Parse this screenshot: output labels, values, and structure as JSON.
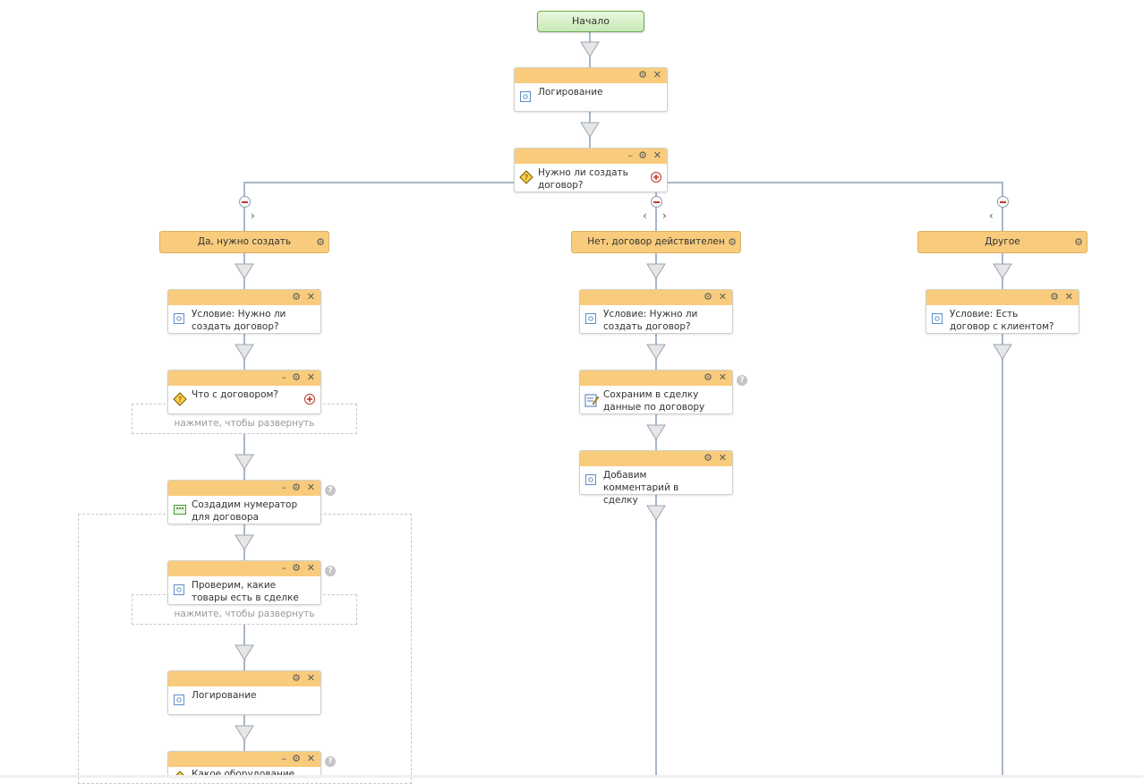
{
  "start": {
    "label": "Начало"
  },
  "top": {
    "logging": {
      "label": "Логирование"
    },
    "decision": {
      "label": "Нужно ли создать договор?"
    }
  },
  "branches": [
    {
      "label": "Да, нужно создать"
    },
    {
      "label": "Нет, договор действителен"
    },
    {
      "label": "Другое"
    }
  ],
  "left": {
    "condition": {
      "label": "Условие: Нужно ли создать договор?"
    },
    "what_contract": {
      "label": "Что с договором?"
    },
    "expand1": {
      "label": "нажмите, чтобы развернуть"
    },
    "numerator": {
      "label": "Создадим нумератор для договора"
    },
    "check_goods": {
      "label": "Проверим, какие товары есть в сделке"
    },
    "expand2": {
      "label": "нажмите, чтобы развернуть"
    },
    "logging": {
      "label": "Логирование"
    },
    "equipment": {
      "label": "Какое оборудование есть"
    }
  },
  "middle": {
    "condition": {
      "label": "Условие: Нужно ли создать договор?"
    },
    "save_deal": {
      "label": "Сохраним в сделку данные по договору"
    },
    "add_comment": {
      "label": "Добавим комментарий в сделку"
    }
  },
  "right": {
    "condition": {
      "label": "Условие: Есть договор с клиентом?"
    }
  },
  "icons": {
    "gear": "gear-icon",
    "close": "close-icon",
    "minimize": "minimize-icon",
    "help": "help-icon",
    "add": "add-icon",
    "activity": "activity-icon",
    "decision": "decision-icon",
    "numerator": "numerator-icon",
    "edit": "edit-icon"
  },
  "colors": {
    "header": "#f8cc7c",
    "start_border": "#6aa84f",
    "connector": "#a9b6c7",
    "plus": "#c0392b"
  }
}
